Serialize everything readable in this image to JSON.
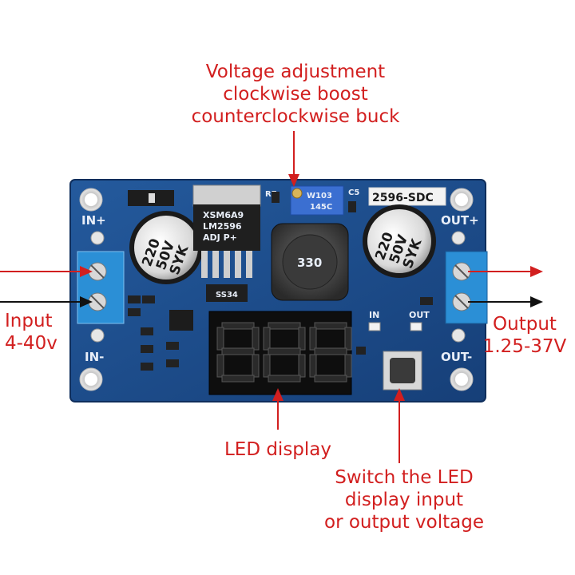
{
  "callouts": {
    "voltage_adjustment": [
      "Voltage adjustment",
      "clockwise boost",
      "counterclockwise buck"
    ],
    "input": [
      "Input",
      "4-40v"
    ],
    "output": [
      "Output",
      "1.25-37V"
    ],
    "led_display": [
      "LED display"
    ],
    "switch": [
      "Switch the LED",
      "display input",
      "or output voltage"
    ]
  },
  "board": {
    "model": "2596-SDC",
    "in_plus": "IN+",
    "in_minus": "IN-",
    "out_plus": "OUT+",
    "out_minus": "OUT-",
    "led_in": "IN",
    "led_out": "OUT",
    "r7": "R7",
    "c5": "C5",
    "pot_code": "W103",
    "pot_code2": "145C",
    "inductor": "330",
    "cap_left": [
      "220",
      "50V",
      "SYK"
    ],
    "cap_right": [
      "220",
      "50V",
      "SYK"
    ],
    "ic_lines": [
      "XSM6A9",
      "LM2596",
      "ADJ P+"
    ],
    "diode": "SS34"
  },
  "colors": {
    "callout_red": "#d21f1f",
    "pcb_blue": "#1e4f8f",
    "terminal_blue": "#2b8fd6",
    "arrow_black": "#111111"
  }
}
